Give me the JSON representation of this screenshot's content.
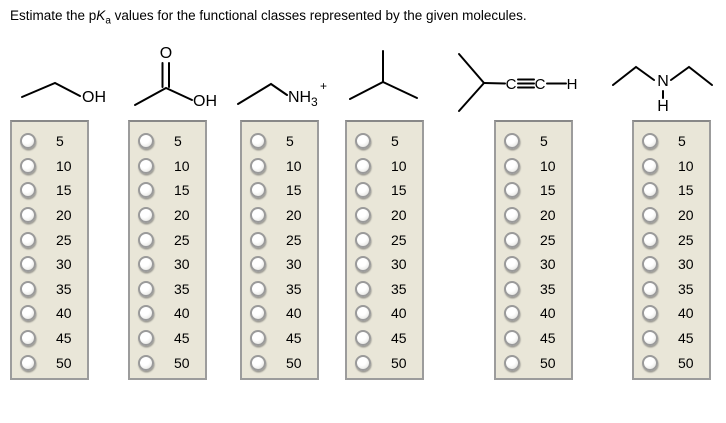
{
  "title": {
    "pre": "Estimate the p",
    "k": "K",
    "sub": "a",
    "post": " values for the functional classes represented by the given molecules."
  },
  "molecules": [
    {
      "name": "ethanol",
      "label_oh": "OH"
    },
    {
      "name": "acetic-acid",
      "label_o": "O",
      "label_oh": "OH"
    },
    {
      "name": "ethylammonium",
      "label_nh": "NH",
      "label_sub": "3",
      "label_charge": "+"
    },
    {
      "name": "isobutane"
    },
    {
      "name": "terminal-alkyne",
      "label_c1": "C",
      "label_c2": "C",
      "label_h": "H"
    },
    {
      "name": "diethylamine",
      "label_n": "N",
      "label_h": "H"
    }
  ],
  "options": [
    "5",
    "10",
    "15",
    "20",
    "25",
    "30",
    "35",
    "40",
    "45",
    "50"
  ],
  "colors": {
    "panel_bg": "#e9e6d8",
    "panel_border": "#9c9c9c",
    "radio_ring": "#9a9a9a",
    "text": "#000000"
  }
}
